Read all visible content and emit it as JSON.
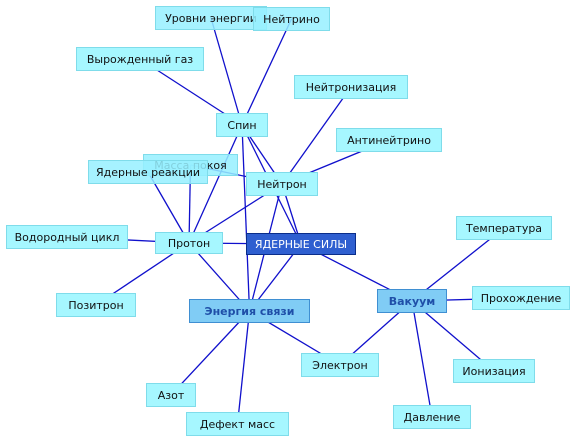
{
  "diagram": {
    "colors": {
      "line": "#1010cc",
      "node_fill": "#a6f7ff",
      "hub_fill": "#2f5fd0",
      "secondary_fill": "#80ccf5"
    },
    "nodes": [
      {
        "id": "hub",
        "label": "ЯДЕРНЫЕ СИЛЫ",
        "kind": "hub"
      },
      {
        "id": "proton",
        "label": "Протон",
        "kind": "node"
      },
      {
        "id": "neutron",
        "label": "Нейтрон",
        "kind": "node"
      },
      {
        "id": "spin",
        "label": "Спин",
        "kind": "node"
      },
      {
        "id": "binding",
        "label": "Энергия связи",
        "kind": "secondary"
      },
      {
        "id": "vacuum",
        "label": "Вакуум",
        "kind": "secondary"
      },
      {
        "id": "energy_levels",
        "label": "Уровни энергии",
        "kind": "node"
      },
      {
        "id": "neutrino",
        "label": "Нейтрино",
        "kind": "node"
      },
      {
        "id": "degenerate_gas",
        "label": "Вырожденный газ",
        "kind": "node"
      },
      {
        "id": "neutronization",
        "label": "Нейтронизация",
        "kind": "node"
      },
      {
        "id": "antineutrino",
        "label": "Антинейтрино",
        "kind": "node"
      },
      {
        "id": "rest_mass",
        "label": "Масса покоя",
        "kind": "node"
      },
      {
        "id": "nuclear_reactions",
        "label": "Ядерные реакции",
        "kind": "node"
      },
      {
        "id": "hydrogen_cycle",
        "label": "Водородный цикл",
        "kind": "node"
      },
      {
        "id": "positron",
        "label": "Позитрон",
        "kind": "node"
      },
      {
        "id": "nitrogen",
        "label": "Азот",
        "kind": "node"
      },
      {
        "id": "mass_defect",
        "label": "Дефект масс",
        "kind": "node"
      },
      {
        "id": "electron",
        "label": "Электрон",
        "kind": "node"
      },
      {
        "id": "temperature",
        "label": "Температура",
        "kind": "node"
      },
      {
        "id": "passage",
        "label": "Прохождение",
        "kind": "node"
      },
      {
        "id": "ionization",
        "label": "Ионизация",
        "kind": "node"
      },
      {
        "id": "pressure",
        "label": "Давление",
        "kind": "node"
      }
    ],
    "edges": [
      [
        "hub",
        "proton"
      ],
      [
        "hub",
        "spin"
      ],
      [
        "hub",
        "neutron"
      ],
      [
        "hub",
        "binding"
      ],
      [
        "hub",
        "vacuum"
      ],
      [
        "spin",
        "energy_levels"
      ],
      [
        "spin",
        "neutrino"
      ],
      [
        "spin",
        "degenerate_gas"
      ],
      [
        "spin",
        "proton"
      ],
      [
        "spin",
        "neutron"
      ],
      [
        "spin",
        "binding"
      ],
      [
        "neutron",
        "neutronization"
      ],
      [
        "neutron",
        "antineutrino"
      ],
      [
        "neutron",
        "proton"
      ],
      [
        "neutron",
        "binding"
      ],
      [
        "rest_mass",
        "neutron"
      ],
      [
        "rest_mass",
        "proton"
      ],
      [
        "proton",
        "nuclear_reactions"
      ],
      [
        "proton",
        "hydrogen_cycle"
      ],
      [
        "proton",
        "positron"
      ],
      [
        "proton",
        "binding"
      ],
      [
        "binding",
        "nitrogen"
      ],
      [
        "binding",
        "mass_defect"
      ],
      [
        "binding",
        "electron"
      ],
      [
        "vacuum",
        "electron"
      ],
      [
        "vacuum",
        "temperature"
      ],
      [
        "vacuum",
        "passage"
      ],
      [
        "vacuum",
        "ionization"
      ],
      [
        "vacuum",
        "pressure"
      ]
    ]
  }
}
